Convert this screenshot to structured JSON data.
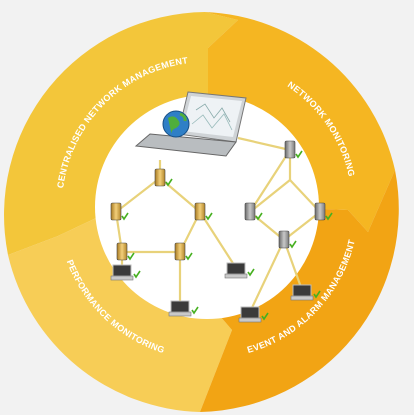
{
  "segments": [
    {
      "label": "CENTRALISED NETWORK MANAGEMENT",
      "color": "#f3c63a"
    },
    {
      "label": "NETWORK MONITORING",
      "color": "#f5b622"
    },
    {
      "label": "EVENT AND ALARM MANAGEMENT",
      "color": "#f2a414"
    },
    {
      "label": "PERFORMANCE MONITORING",
      "color": "#f7cd56"
    }
  ],
  "colors": {
    "background": "#f2f2f2",
    "inner_circle": "#ffffff",
    "link": "#e8d27a",
    "text": "#ffffff"
  },
  "network": {
    "laptop_icon": "laptop-globe-icon",
    "server_icon": "server-tower-icon",
    "terminal_icon": "terminal-icon",
    "status_icon": "green-check-icon"
  }
}
